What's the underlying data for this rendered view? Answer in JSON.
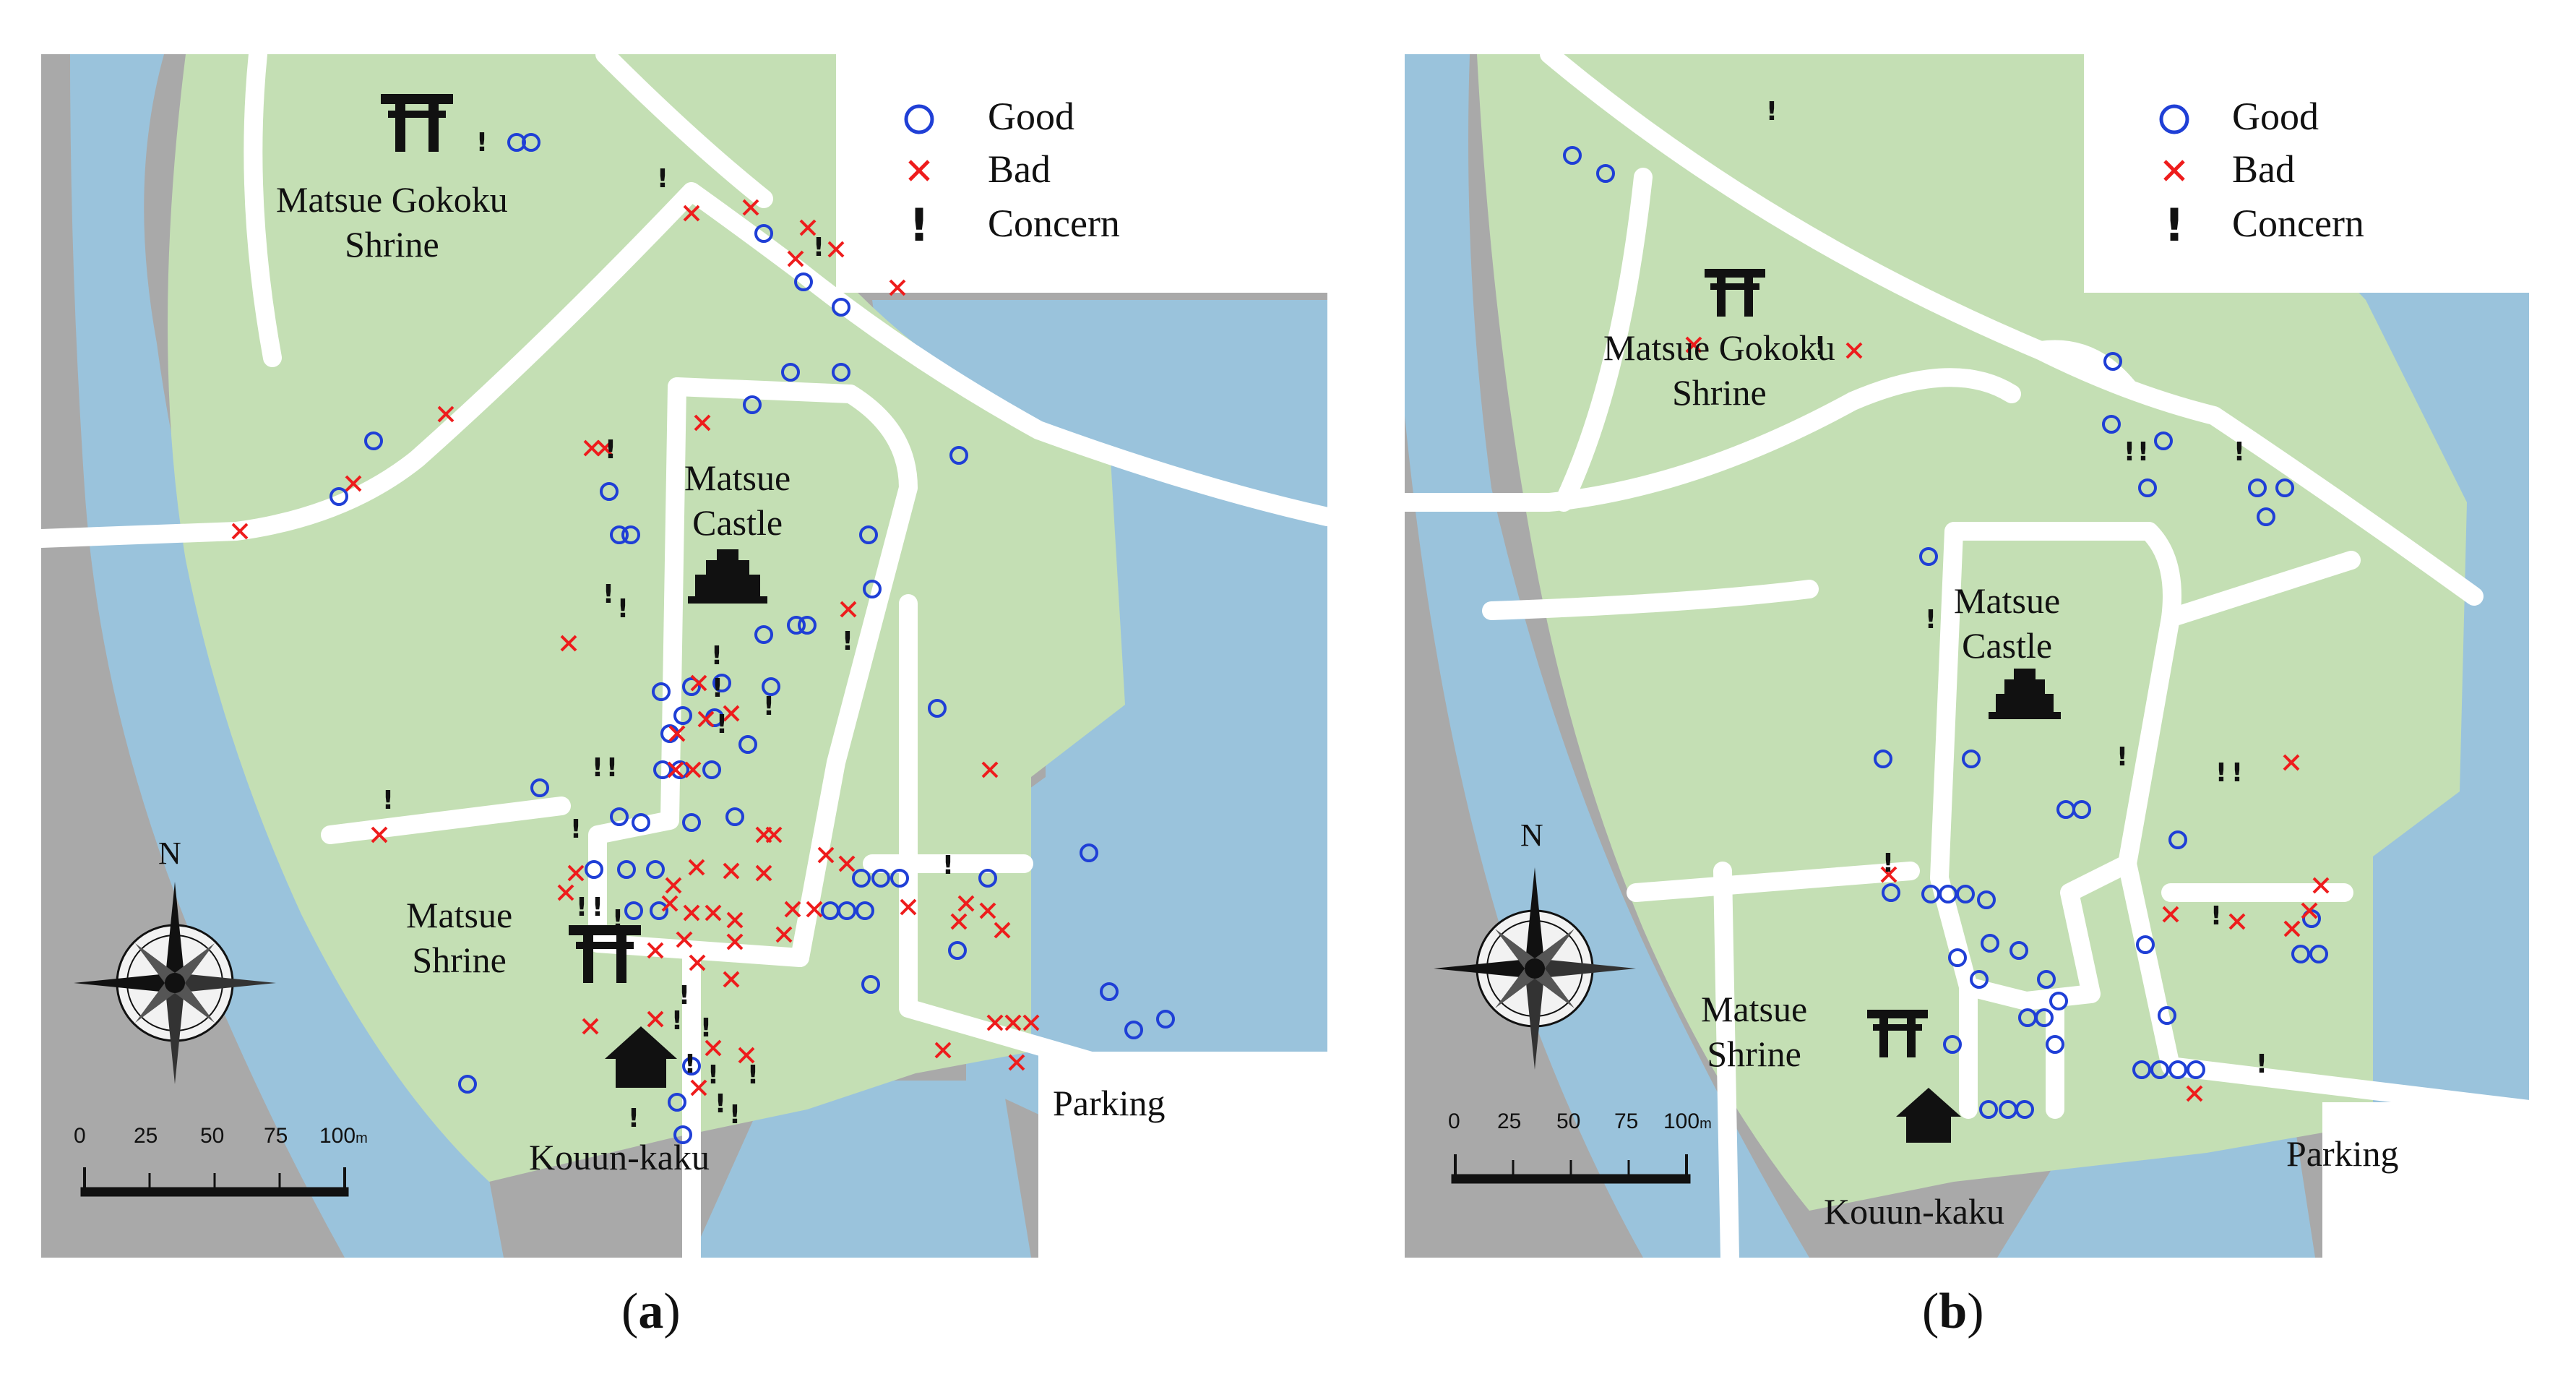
{
  "colors": {
    "park": "#c4dfb4",
    "water": "#9ac3dc",
    "building": "#a9a9a9",
    "road": "#ffffff",
    "good": "#1f3fd6",
    "bad": "#ee1c1c",
    "concern": "#111111"
  },
  "legend": {
    "good": "Good",
    "bad": "Bad",
    "concern": "Concern",
    "good_symbol": "circle",
    "bad_symbol": "×",
    "concern_symbol": "!"
  },
  "captions": {
    "a": "a",
    "b": "b"
  },
  "panels": [
    {
      "id": "a",
      "labels": {
        "gokoku_line1": "Matsue Gokoku",
        "gokoku_line2": "Shrine",
        "castle_line1": "Matsue",
        "castle_line2": "Castle",
        "shrine_line1": "Matsue",
        "shrine_line2": "Shrine",
        "kouun": "Kouun-kaku",
        "parking": "Parking"
      },
      "north": "N",
      "scale_ticks": [
        "0",
        "25",
        "50",
        "75",
        "100"
      ],
      "scale_unit": "m",
      "icons": [
        "torii-icon",
        "torii-icon",
        "castle-icon",
        "house-icon",
        "compass-rose-icon"
      ]
    },
    {
      "id": "b",
      "labels": {
        "gokoku_line1": "Matsue Gokoku",
        "gokoku_line2": "Shrine",
        "castle_line1": "Matsue",
        "castle_line2": "Castle",
        "shrine_line1": "Matsue",
        "shrine_line2": "Shrine",
        "kouun": "Kouun-kaku",
        "parking": "Parking"
      },
      "north": "N",
      "scale_ticks": [
        "0",
        "25",
        "50",
        "75",
        "100"
      ],
      "scale_unit": "m",
      "icons": [
        "torii-icon",
        "torii-icon",
        "castle-icon",
        "house-icon",
        "compass-rose-icon"
      ]
    }
  ]
}
